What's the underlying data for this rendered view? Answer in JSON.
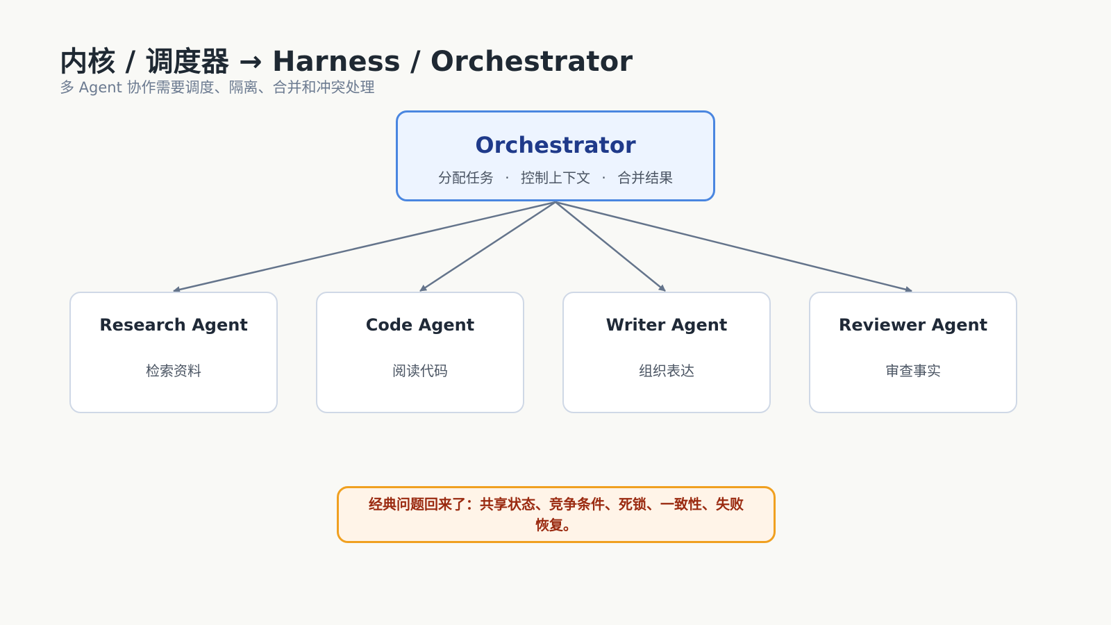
{
  "header": {
    "title": "内核 / 调度器 → Harness / Orchestrator",
    "subtitle": "多 Agent 协作需要调度、隔离、合并和冲突处理"
  },
  "orchestrator": {
    "title": "Orchestrator",
    "tasks": [
      "分配任务",
      "控制上下文",
      "合并结果"
    ],
    "separator": "·"
  },
  "agents": [
    {
      "name": "Research Agent",
      "desc": "检索资料"
    },
    {
      "name": "Code Agent",
      "desc": "阅读代码"
    },
    {
      "name": "Writer Agent",
      "desc": "组织表达"
    },
    {
      "name": "Reviewer Agent",
      "desc": "审查事实"
    }
  ],
  "note": {
    "text": "经典问题回来了：共享状态、竞争条件、死锁、一致性、失败恢复。"
  },
  "colors": {
    "background": "#f9f9f6",
    "orchestrator_fill": "#edf4ff",
    "orchestrator_border": "#4a86e0",
    "orchestrator_title": "#1f3a8a",
    "agent_border": "#cfd8e6",
    "edge": "#64748b",
    "note_fill": "#fff4e8",
    "note_border": "#f0a020",
    "note_text": "#9a2a10"
  }
}
